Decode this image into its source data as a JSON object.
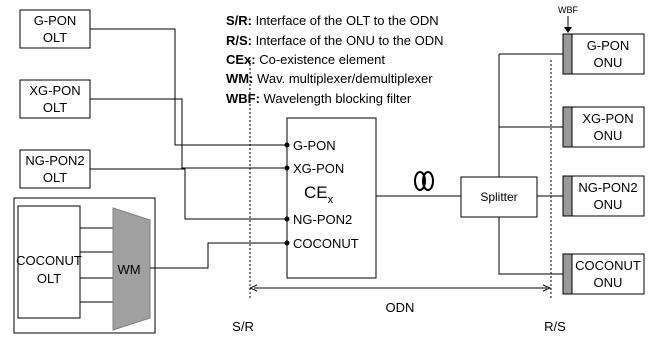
{
  "legend": [
    {
      "key": "S/R:",
      "text": " Interface of the OLT to the ODN"
    },
    {
      "key": "R/S:",
      "text": " Interface of the ONU to the ODN"
    },
    {
      "key": "CEx:",
      "text": " Co-existence element"
    },
    {
      "key": "WM:",
      "text": " Wav. multiplexer/demultiplexer"
    },
    {
      "key": "WBF:",
      "text": " Wavelength blocking filter"
    }
  ],
  "olts": [
    {
      "line1": "G-PON",
      "line2": "OLT"
    },
    {
      "line1": "XG-PON",
      "line2": "OLT"
    },
    {
      "line1": "NG-PON2",
      "line2": "OLT"
    },
    {
      "line1": "COCONUT",
      "line2": "OLT"
    }
  ],
  "wm_label": "WM",
  "cex": {
    "ports": [
      "G-PON",
      "XG-PON",
      "NG-PON2",
      "COCONUT"
    ],
    "label": "CE",
    "subscript": "x"
  },
  "splitter_label": "Splitter",
  "wbf_label": "WBF",
  "onus": [
    {
      "line1": "G-PON",
      "line2": "ONU"
    },
    {
      "line1": "XG-PON",
      "line2": "ONU"
    },
    {
      "line1": "NG-PON2",
      "line2": "ONU"
    },
    {
      "line1": "COCONUT",
      "line2": "ONU"
    }
  ],
  "odn_label": "ODN",
  "sr_label": "S/R",
  "rs_label": "R/S"
}
